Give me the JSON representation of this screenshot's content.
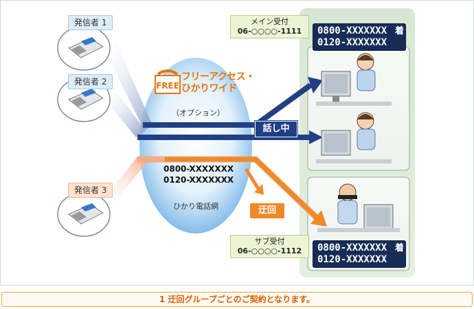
{
  "callers": {
    "caller1": "発信者 1",
    "caller2": "発信者 2",
    "caller3": "発信者 3"
  },
  "service": {
    "name_line1": "フリーアクセス・",
    "name_line2": "ひかりワイド",
    "option": "（オプション）",
    "logo_text": "FREE"
  },
  "network": {
    "numbers": [
      "0800-XXXXXXX",
      "0120-XXXXXXX"
    ],
    "label": "ひかり電話網"
  },
  "status": {
    "busy": "話し中",
    "detour": "迂回"
  },
  "main_reception": {
    "name": "メイン受付",
    "number": "06-○○○○-1111",
    "display_numbers": [
      "0800-XXXXXXX",
      "0120-XXXXXXX"
    ],
    "incoming": "着"
  },
  "sub_reception": {
    "name": "サブ受付",
    "number": "06-○○○○-1112",
    "display_numbers": [
      "0800-XXXXXXX",
      "0120-XXXXXXX"
    ],
    "incoming": "着"
  },
  "footer": {
    "note": "1 迂回グループごとのご契約となります。"
  },
  "colors": {
    "route_blue": "#223f85",
    "route_orange": "#ef8a2a",
    "office_bg": "#dce9d8",
    "network_blue": "#7fb7e6"
  }
}
